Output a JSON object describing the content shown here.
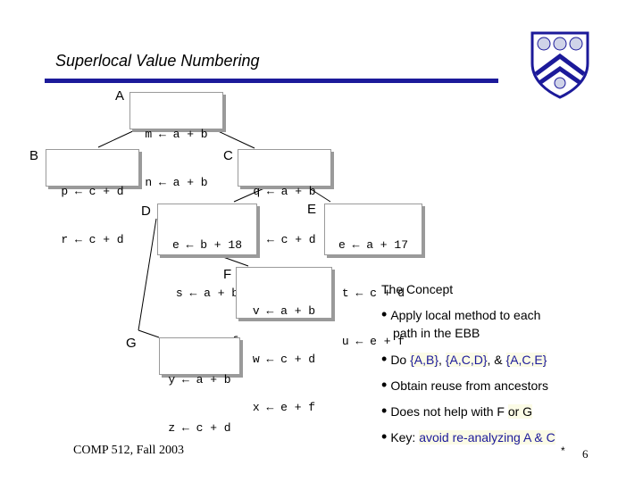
{
  "title": "Superlocal Value Numbering",
  "blocks": {
    "A": {
      "label": "A",
      "lines": [
        "m ← a + b",
        "n ← a + b"
      ]
    },
    "B": {
      "label": "B",
      "lines": [
        "p ← c + d",
        "r ← c + d"
      ]
    },
    "C": {
      "label": "C",
      "lines": [
        "q ← a + b",
        "r ← c + d"
      ]
    },
    "D": {
      "label": "D",
      "lines": [
        "e ← b + 18",
        "s ← a + b",
        "u ← e + f"
      ]
    },
    "E": {
      "label": "E",
      "lines": [
        "e ← a + 17",
        "t ← c + d",
        "u ← e + f"
      ]
    },
    "F": {
      "label": "F",
      "lines": [
        "v ← a + b",
        "w ← c + d",
        "x ← e + f"
      ]
    },
    "G": {
      "label": "G",
      "lines": [
        "y ← a + b",
        "z ← c + d"
      ]
    }
  },
  "concept": {
    "heading": "The Concept",
    "b1_line1": "Apply local method to each",
    "b1_line2": "path in the EBB",
    "b2_prefix": "Do ",
    "b2_h1": "{A,B}",
    "b2_sep1": ", ",
    "b2_h2": "{A,C,D}",
    "b2_sep2": ", & ",
    "b2_h3": "{A,C,E}",
    "b3": "Obtain reuse from ancestors",
    "b4_prefix": "Does not help with F ",
    "b4_h": "or G",
    "b5_prefix": "Key: ",
    "b5_h": "avoid re-analyzing A & C"
  },
  "footer": "COMP 512, Fall 2003",
  "star": "*",
  "page_number": "6",
  "colors": {
    "accent": "#1c1a9a",
    "box_border": "#9a9a9a",
    "highlight_bg": "#fbfbe6"
  },
  "icons": {
    "logo": "rice-owl-shield-icon",
    "bullet": "bullet-dot-icon"
  }
}
